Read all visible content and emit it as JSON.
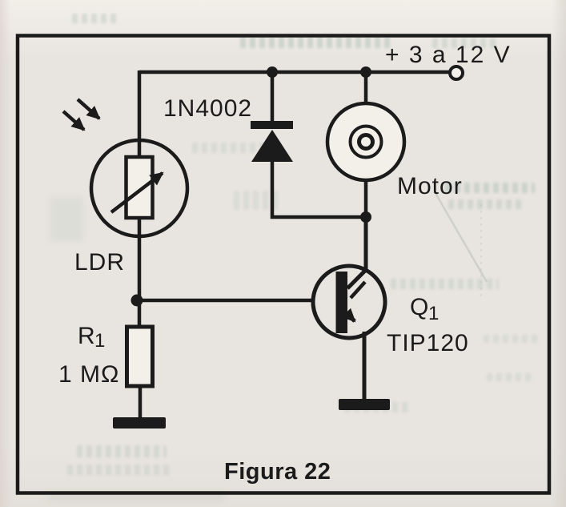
{
  "figure_kind": "scanned circuit schematic",
  "schematic": {
    "power_rail_label": "+ 3 a 12 V",
    "diode_label": "1N4002",
    "motor_label": "Motor",
    "ldr_label": "LDR",
    "resistor_label": {
      "ref": "R",
      "sub": "1",
      "value": "1 MΩ"
    },
    "transistor_label": {
      "ref": "Q",
      "sub": "1",
      "part": "TIP120"
    },
    "caption": "Figura 22"
  },
  "colors": {
    "ink": "#1b1b1b",
    "paper": "#e8e4df",
    "paper_bright": "#f3f0ea",
    "ghost": "#9db5ab",
    "ghost_line": "#b4beb8"
  }
}
